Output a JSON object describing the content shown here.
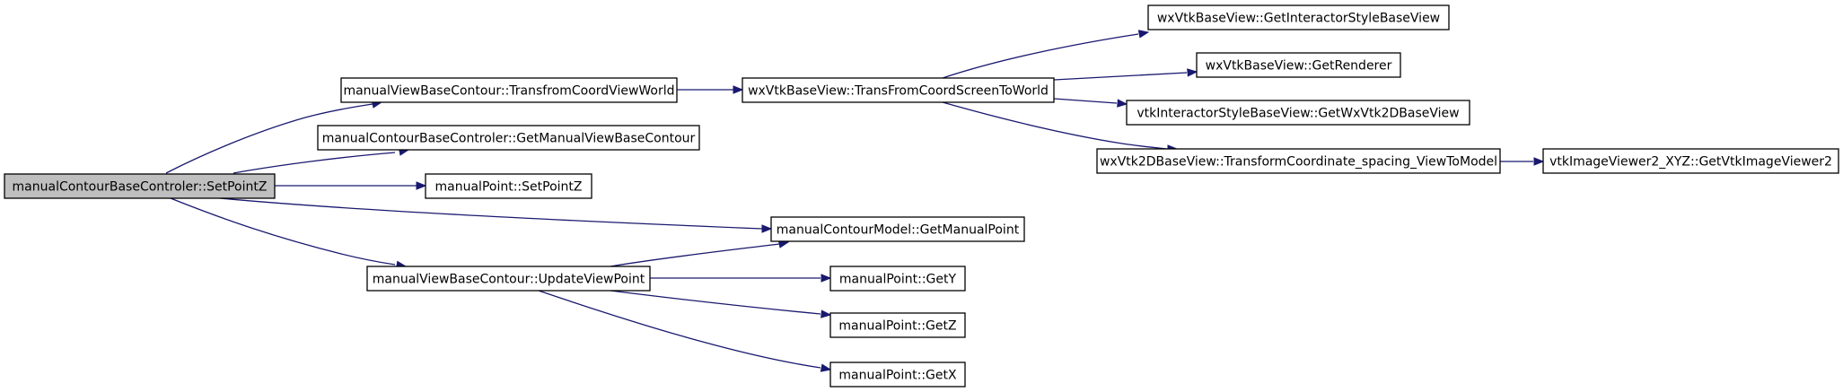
{
  "diagram": {
    "type": "call-graph",
    "colors": {
      "edge": "#191970",
      "root_fill": "#bfbfbf",
      "node_fill": "#ffffff",
      "node_border": "#000000"
    },
    "nodes": [
      {
        "id": "setpointz",
        "label": "manualContourBaseControler::SetPointZ",
        "root": true
      },
      {
        "id": "transfromcoordviewworld",
        "label": "manualViewBaseContour::TransfromCoordViewWorld"
      },
      {
        "id": "getmanualviewbasecontour",
        "label": "manualContourBaseControler::GetManualViewBaseContour"
      },
      {
        "id": "manualpoint-setpointz",
        "label": "manualPoint::SetPointZ"
      },
      {
        "id": "getmanualpoint",
        "label": "manualContourModel::GetManualPoint"
      },
      {
        "id": "updateviewpoint",
        "label": "manualViewBaseContour::UpdateViewPoint"
      },
      {
        "id": "transfromcoordscreentoworld",
        "label": "wxVtkBaseView::TransFromCoordScreenToWorld"
      },
      {
        "id": "getinteractorstylebaseview",
        "label": "wxVtkBaseView::GetInteractorStyleBaseView"
      },
      {
        "id": "getrenderer",
        "label": "wxVtkBaseView::GetRenderer"
      },
      {
        "id": "getwxvtk2dbaseview",
        "label": "vtkInteractorStyleBaseView::GetWxVtk2DBaseView"
      },
      {
        "id": "transformcoordinate",
        "label": "wxVtk2DBaseView::TransformCoordinate_spacing_ViewToModel"
      },
      {
        "id": "getvtkimageviewer2",
        "label": "vtkImageViewer2_XYZ::GetVtkImageViewer2"
      },
      {
        "id": "gety",
        "label": "manualPoint::GetY"
      },
      {
        "id": "getz",
        "label": "manualPoint::GetZ"
      },
      {
        "id": "getx",
        "label": "manualPoint::GetX"
      }
    ],
    "edges": [
      {
        "from": "setpointz",
        "to": "transfromcoordviewworld"
      },
      {
        "from": "setpointz",
        "to": "getmanualviewbasecontour"
      },
      {
        "from": "setpointz",
        "to": "manualpoint-setpointz"
      },
      {
        "from": "setpointz",
        "to": "getmanualpoint"
      },
      {
        "from": "setpointz",
        "to": "updateviewpoint"
      },
      {
        "from": "transfromcoordviewworld",
        "to": "transfromcoordscreentoworld"
      },
      {
        "from": "transfromcoordscreentoworld",
        "to": "getinteractorstylebaseview"
      },
      {
        "from": "transfromcoordscreentoworld",
        "to": "getrenderer"
      },
      {
        "from": "transfromcoordscreentoworld",
        "to": "getwxvtk2dbaseview"
      },
      {
        "from": "transfromcoordscreentoworld",
        "to": "transformcoordinate"
      },
      {
        "from": "transformcoordinate",
        "to": "getvtkimageviewer2"
      },
      {
        "from": "updateviewpoint",
        "to": "getmanualpoint"
      },
      {
        "from": "updateviewpoint",
        "to": "gety"
      },
      {
        "from": "updateviewpoint",
        "to": "getz"
      },
      {
        "from": "updateviewpoint",
        "to": "getx"
      }
    ]
  }
}
